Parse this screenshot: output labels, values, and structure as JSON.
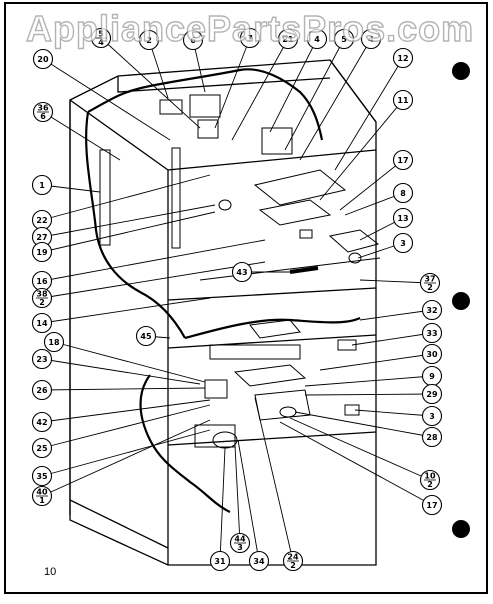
{
  "watermark": "AppliancePartsPros.com",
  "page_number": "10",
  "callouts": [
    {
      "id": "c1",
      "line1": "5",
      "line2": "4"
    },
    {
      "id": "c2",
      "line1": "2"
    },
    {
      "id": "c3",
      "line1": "6"
    },
    {
      "id": "c4",
      "line1": "7"
    },
    {
      "id": "c5",
      "line1": "21"
    },
    {
      "id": "c6",
      "line1": "4"
    },
    {
      "id": "c7",
      "line1": "5"
    },
    {
      "id": "c8",
      "line1": "4"
    },
    {
      "id": "c9",
      "line1": "12"
    },
    {
      "id": "c10",
      "line1": "20"
    },
    {
      "id": "c11",
      "line1": "36",
      "line2": "6"
    },
    {
      "id": "c12",
      "line1": "11"
    },
    {
      "id": "c13",
      "line1": "1"
    },
    {
      "id": "c14",
      "line1": "17"
    },
    {
      "id": "c15",
      "line1": "8"
    },
    {
      "id": "c16",
      "line1": "22"
    },
    {
      "id": "c17",
      "line1": "13"
    },
    {
      "id": "c18",
      "line1": "27"
    },
    {
      "id": "c19",
      "line1": "3"
    },
    {
      "id": "c20",
      "line1": "19"
    },
    {
      "id": "c21",
      "line1": "43"
    },
    {
      "id": "c22",
      "line1": "37",
      "line2": "2"
    },
    {
      "id": "c23",
      "line1": "16"
    },
    {
      "id": "c24",
      "line1": "38",
      "line2": "2"
    },
    {
      "id": "c25",
      "line1": "32"
    },
    {
      "id": "c26",
      "line1": "14"
    },
    {
      "id": "c27",
      "line1": "45"
    },
    {
      "id": "c28",
      "line1": "33"
    },
    {
      "id": "c29",
      "line1": "18"
    },
    {
      "id": "c30",
      "line1": "30"
    },
    {
      "id": "c31",
      "line1": "23"
    },
    {
      "id": "c32",
      "line1": "9"
    },
    {
      "id": "c33",
      "line1": "26"
    },
    {
      "id": "c34",
      "line1": "29"
    },
    {
      "id": "c35",
      "line1": "42"
    },
    {
      "id": "c36",
      "line1": "3"
    },
    {
      "id": "c37",
      "line1": "25"
    },
    {
      "id": "c38",
      "line1": "28"
    },
    {
      "id": "c39",
      "line1": "35"
    },
    {
      "id": "c40",
      "line1": "10",
      "line2": "2"
    },
    {
      "id": "c41",
      "line1": "40",
      "line2": "1"
    },
    {
      "id": "c42",
      "line1": "17"
    },
    {
      "id": "c43",
      "line1": "31"
    },
    {
      "id": "c44",
      "line1": "44",
      "line2": "3"
    },
    {
      "id": "c45",
      "line1": "34"
    },
    {
      "id": "c46",
      "line1": "24",
      "line2": "2"
    }
  ]
}
